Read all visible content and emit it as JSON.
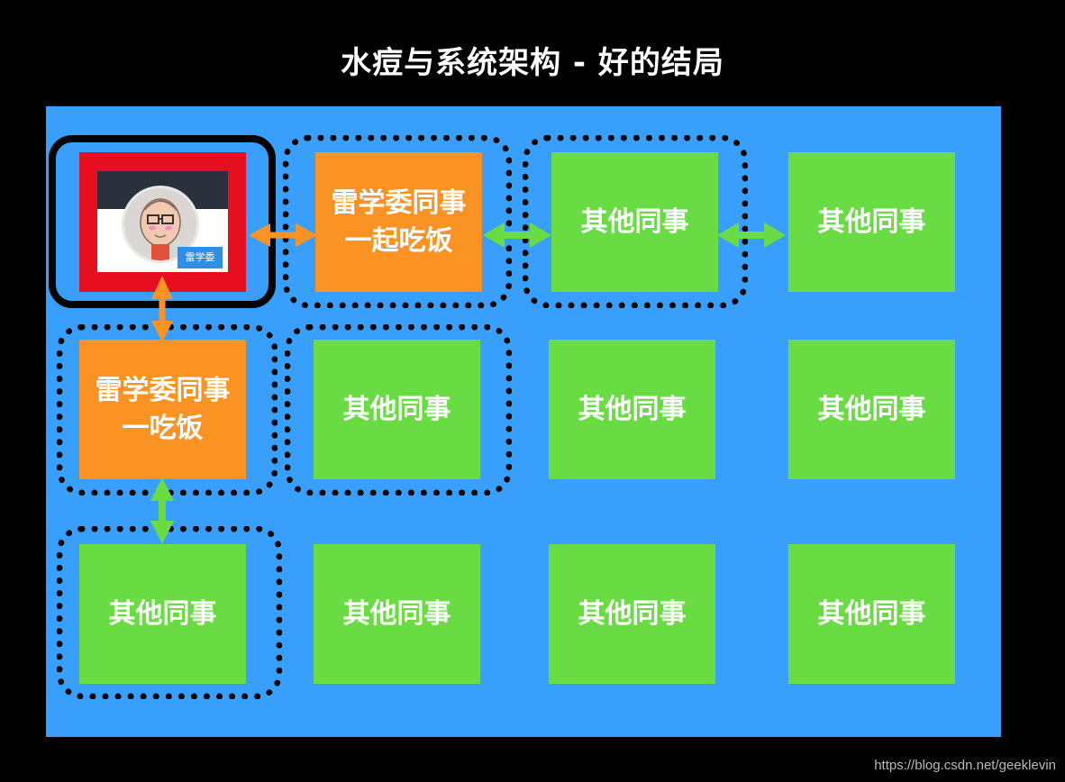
{
  "title": "水痘与系统架构 - 好的结局",
  "watermark": "https://blog.csdn.net/geeklevin",
  "avatar_badge": "雷学委",
  "cells": {
    "r1c2": "雷学委同事\n一起吃饭",
    "r1c3": "其他同事",
    "r1c4": "其他同事",
    "r2c1": "雷学委同事\n一吃饭",
    "r2c2": "其他同事",
    "r2c3": "其他同事",
    "r2c4": "其他同事",
    "r3c1": "其他同事",
    "r3c2": "其他同事",
    "r3c3": "其他同事",
    "r3c4": "其他同事"
  },
  "colors": {
    "background": "#000000",
    "canvas": "#399ffc",
    "healthy": "#69dc44",
    "exposed": "#fb9324",
    "infected": "#e70f1f",
    "orange_arrow": "#fb9324",
    "green_arrow": "#69dc44"
  }
}
